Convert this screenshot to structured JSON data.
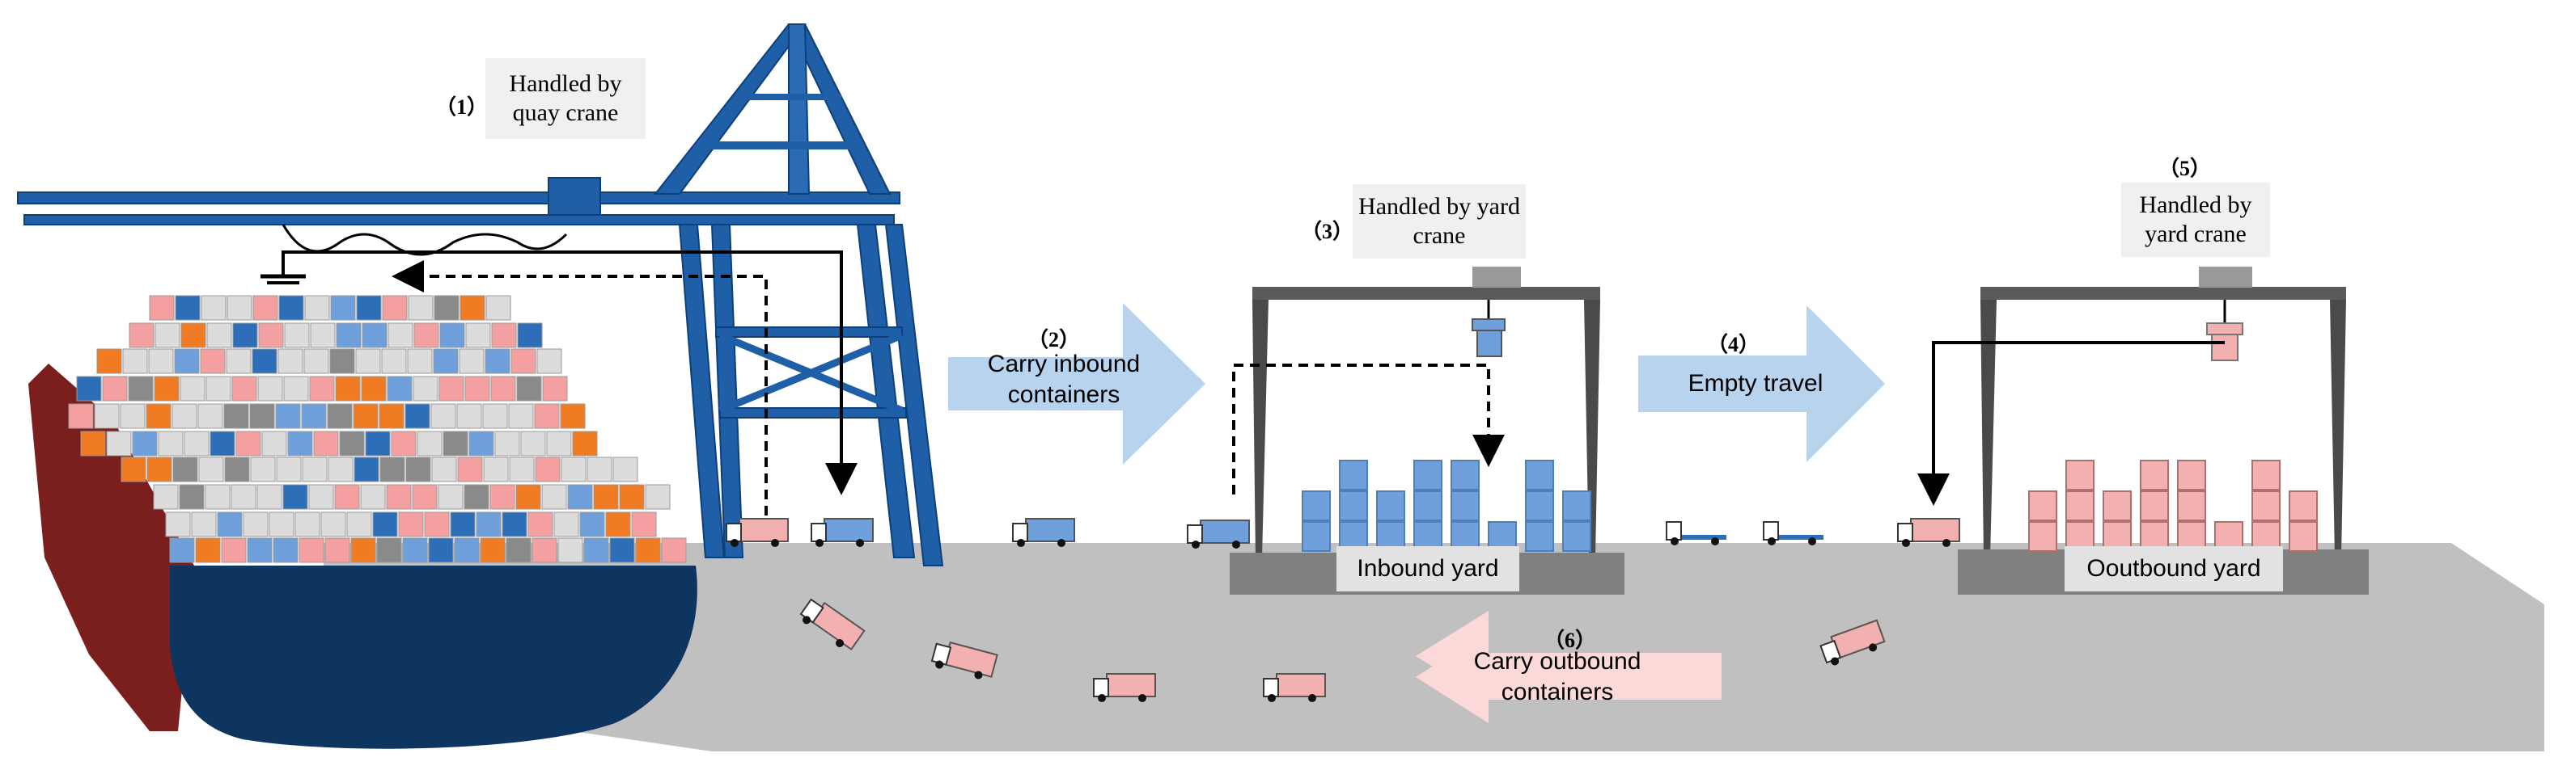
{
  "steps": [
    {
      "num": "（1）",
      "label": "Handled by quay crane"
    },
    {
      "num": "（2）",
      "label": "Carry inbound containers"
    },
    {
      "num": "（3）",
      "label": "Handled by yard crane"
    },
    {
      "num": "（4）",
      "label": "Empty travel"
    },
    {
      "num": "（5）",
      "label": "Handled by yard crane"
    },
    {
      "num": "（6）",
      "label": "Carry outbound containers"
    }
  ],
  "yards": {
    "inbound": "Inbound yard",
    "outbound": "Ooutbound yard"
  },
  "colors": {
    "crane_blue": "#1f5fa8",
    "crane_dark": "#0d3f7a",
    "hull_navy": "#0e3460",
    "hull_red": "#7a1e1e",
    "ground": "#bfbfbf",
    "inbound_container": "#6fa0dc",
    "outbound_container": "#f2b0b0",
    "arrow_blue": "#b8d3ee",
    "arrow_pink": "#fbd9d9",
    "container_orange": "#f07b22",
    "container_pink": "#f4a0a0",
    "container_blue": "#2c6fb8",
    "container_light": "#dcdcdc",
    "container_grey": "#8a8a8a"
  }
}
